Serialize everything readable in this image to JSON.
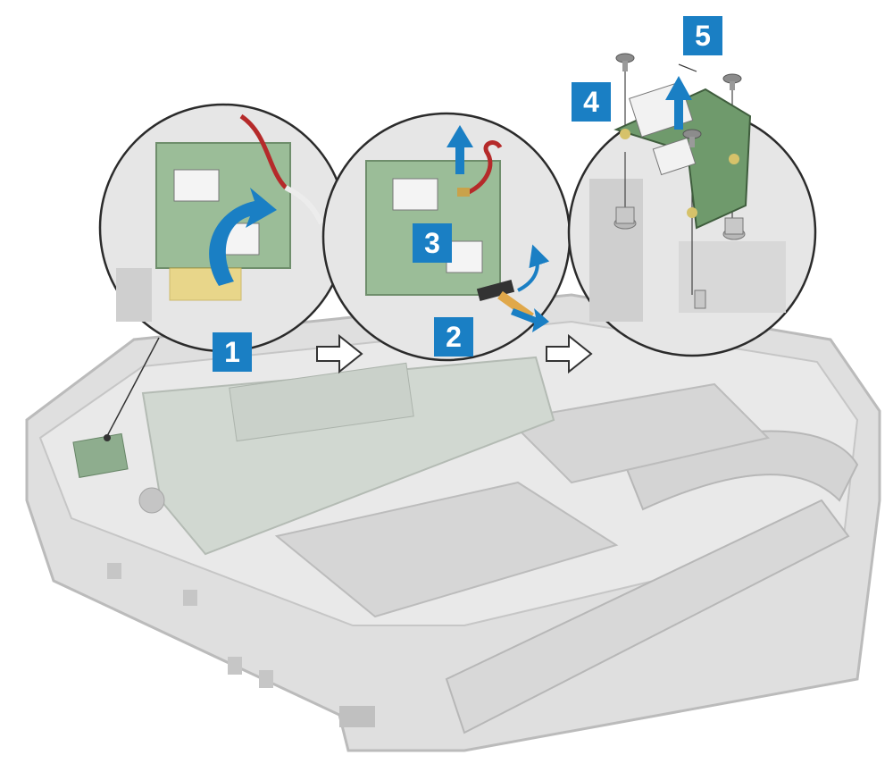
{
  "colors": {
    "accent": "#1a7fc4",
    "chassis": "#d9d9d9",
    "chassis_dark": "#bdbdbd",
    "board": "#6f9a6c",
    "cable_red": "#b52a2a",
    "tape": "#e9d47a"
  },
  "steps": [
    {
      "label": "1",
      "action": "peel-tape"
    },
    {
      "label": "2",
      "action": "disconnect-fpc-cable"
    },
    {
      "label": "3",
      "action": "disconnect-antenna-cable"
    },
    {
      "label": "4",
      "action": "remove-screws"
    },
    {
      "label": "5",
      "action": "lift-board"
    }
  ],
  "icons": [
    "curved-arrow-icon",
    "up-arrow-icon",
    "flow-arrow-icon",
    "screw-icon"
  ]
}
